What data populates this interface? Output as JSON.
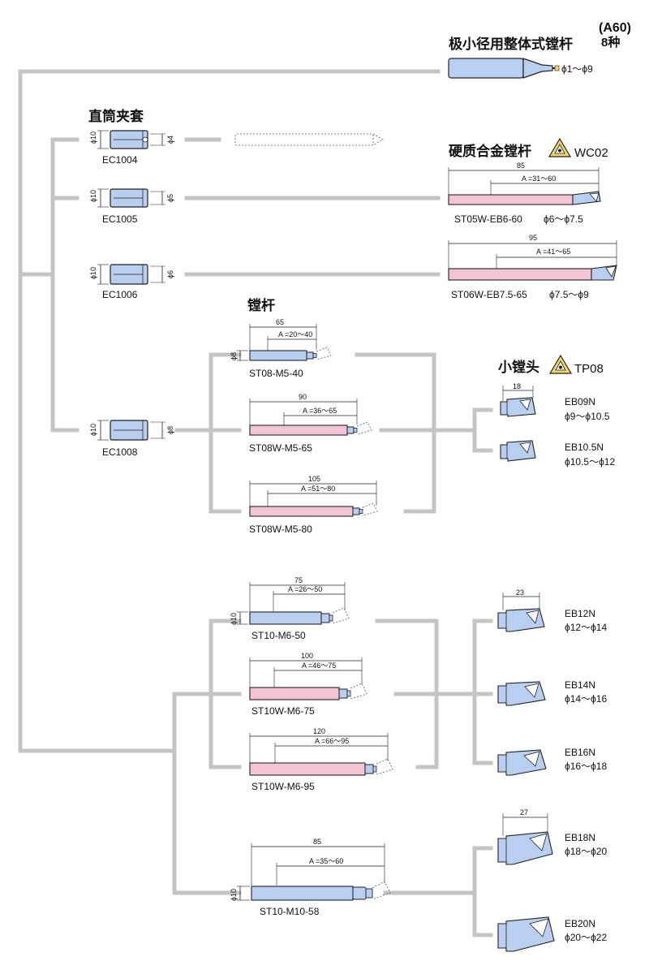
{
  "colors": {
    "connector": "#c4c4c4",
    "blue_body": "#b9cff0",
    "pink_body": "#f3c4d6",
    "insert_yellow": "#f0d46a",
    "outline": "#222222"
  },
  "header": {
    "catalog_code": "(A60)",
    "title": "极小径用整体式镗杆",
    "variants": "8种",
    "range": "ϕ1～ϕ9"
  },
  "sections": {
    "collets": "直筒夹套",
    "carbide_bars": "硬质合金镗杆",
    "carbide_insert_code": "WC02",
    "boring_bars": "镗杆",
    "small_heads": "小镗头",
    "small_head_insert_code": "TP08"
  },
  "collets": [
    {
      "code": "EC1004",
      "od": "ϕ10",
      "bore": "ϕ4"
    },
    {
      "code": "EC1005",
      "od": "ϕ10",
      "bore": "ϕ5"
    },
    {
      "code": "EC1006",
      "od": "ϕ10",
      "bore": "ϕ6"
    },
    {
      "code": "EC1008",
      "od": "ϕ10",
      "bore": "ϕ8"
    }
  ],
  "carbide_bars": [
    {
      "code": "ST05W-EB6-60",
      "range": "ϕ6～ϕ7.5",
      "length": "85",
      "a": "A =31～60"
    },
    {
      "code": "ST06W-EB7.5-65",
      "range": "ϕ7.5～ϕ9",
      "length": "95",
      "a": "A =41～65"
    }
  ],
  "bars_m5": [
    {
      "code": "ST08-M5-40",
      "length": "65",
      "a": "A =20～40",
      "dia": "ϕ8"
    },
    {
      "code": "ST08W-M5-65",
      "length": "90",
      "a": "A =36～65"
    },
    {
      "code": "ST08W-M5-80",
      "length": "105",
      "a": "A =51～80"
    }
  ],
  "heads_small": {
    "width": "18",
    "items": [
      {
        "code": "EB09N",
        "range": "ϕ9～ϕ10.5"
      },
      {
        "code": "EB10.5N",
        "range": "ϕ10.5～ϕ12"
      }
    ]
  },
  "bars_m6": [
    {
      "code": "ST10-M6-50",
      "length": "75",
      "a": "A =26～50",
      "dia": "ϕ10"
    },
    {
      "code": "ST10W-M6-75",
      "length": "100",
      "a": "A =46～75"
    },
    {
      "code": "ST10W-M6-95",
      "length": "120",
      "a": "A =66～95"
    }
  ],
  "heads_mid": {
    "width": "23",
    "items": [
      {
        "code": "EB12N",
        "range": "ϕ12～ϕ14"
      },
      {
        "code": "EB14N",
        "range": "ϕ14～ϕ16"
      },
      {
        "code": "EB16N",
        "range": "ϕ16～ϕ18"
      }
    ]
  },
  "bar_m10": {
    "code": "ST10-M10-58",
    "length": "85",
    "a": "A =35～60",
    "dia": "ϕ10"
  },
  "heads_large": {
    "width": "27",
    "items": [
      {
        "code": "EB18N",
        "range": "ϕ18～ϕ20"
      },
      {
        "code": "EB20N",
        "range": "ϕ20～ϕ22"
      }
    ]
  }
}
